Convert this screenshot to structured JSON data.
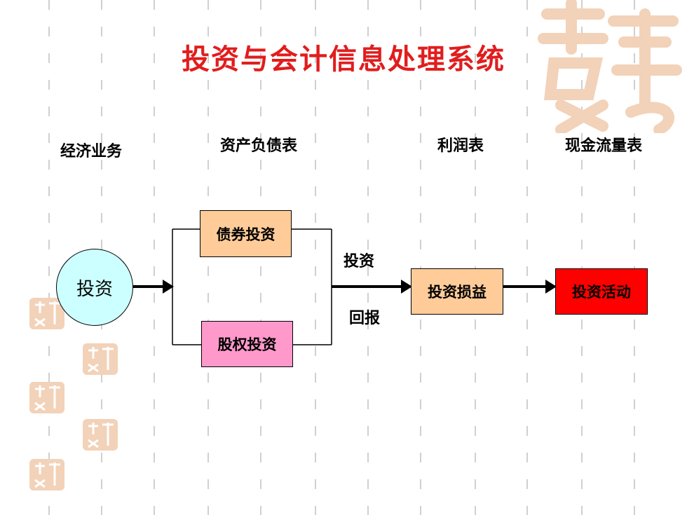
{
  "title": "投资与会计信息处理系统",
  "columns": [
    "经济业务",
    "资产负债表",
    "利润表",
    "现金流量表"
  ],
  "nodes": {
    "start": "投资",
    "bond": "债券投资",
    "equity": "股权投资",
    "gain": "投资损益",
    "activity": "投资活动"
  },
  "edge_labels": {
    "top": "投资",
    "bottom": "回报"
  },
  "colors": {
    "title": "#e11d1d",
    "circle": "#ccffff",
    "bond": "#ffcc99",
    "equity": "#ff99cc",
    "gain": "#ffcc99",
    "activity": "#ff0000",
    "dashes": "#d0d0d0",
    "decoration": "#f2d2b8"
  }
}
